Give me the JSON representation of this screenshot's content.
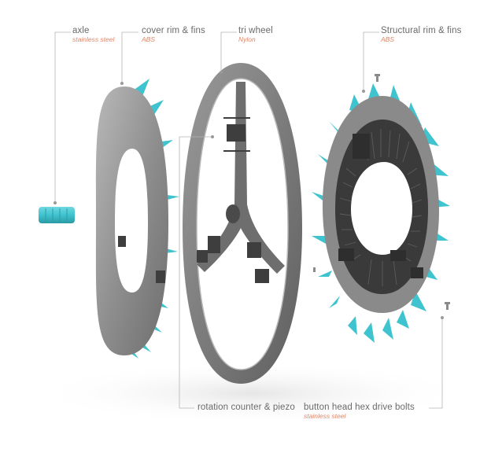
{
  "colors": {
    "accent_teal": "#3fc3cf",
    "material_text": "#e0876a",
    "label_text": "#6a6a6a",
    "part_grey": "#8e8e8e",
    "part_dark": "#3e3e3e"
  },
  "labels": {
    "axle": {
      "name": "axle",
      "material": "stainless steel"
    },
    "cover_rim": {
      "name": "cover rim & fins",
      "material": "ABS"
    },
    "tri_wheel": {
      "name": "tri wheel",
      "material": "Nylon"
    },
    "structural_rim": {
      "name": "Structural rim & fins",
      "material": "ABS"
    },
    "rotation_counter": {
      "name": "rotation counter & piezo"
    },
    "bolts": {
      "name": "button head hex drive bolts",
      "material": "stainless steel"
    }
  }
}
